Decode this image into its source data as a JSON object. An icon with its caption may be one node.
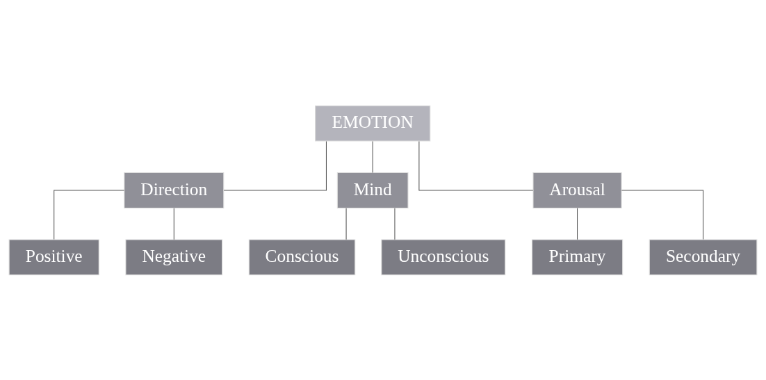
{
  "diagram": {
    "nodes": [
      {
        "text": [
          "EMOTION"
        ]
      },
      {
        "text": [
          "Direction"
        ]
      },
      {
        "text": [
          "Mind"
        ]
      },
      {
        "text": [
          "Arousal"
        ]
      },
      {
        "text": [
          "Positive"
        ]
      },
      {
        "text": [
          "Negative"
        ]
      },
      {
        "text": [
          "Conscious"
        ]
      },
      {
        "text": [
          "Unconscious"
        ]
      },
      {
        "text": [
          "Primary"
        ]
      },
      {
        "text": [
          "Secondary"
        ]
      }
    ],
    "edges": [
      {
        "from": 0,
        "to": 1,
        "arrow": "none"
      },
      {
        "from": 0,
        "to": 2,
        "arrow": "none"
      },
      {
        "from": 0,
        "to": 3,
        "arrow": "none"
      },
      {
        "from": 1,
        "to": 4,
        "arrow": "none"
      },
      {
        "from": 1,
        "to": 5,
        "arrow": "none"
      },
      {
        "from": 2,
        "to": 6,
        "arrow": "none"
      },
      {
        "from": 2,
        "to": 7,
        "arrow": "none"
      },
      {
        "from": 3,
        "to": 8,
        "arrow": "none"
      },
      {
        "from": 3,
        "to": 9,
        "arrow": "none"
      }
    ]
  }
}
